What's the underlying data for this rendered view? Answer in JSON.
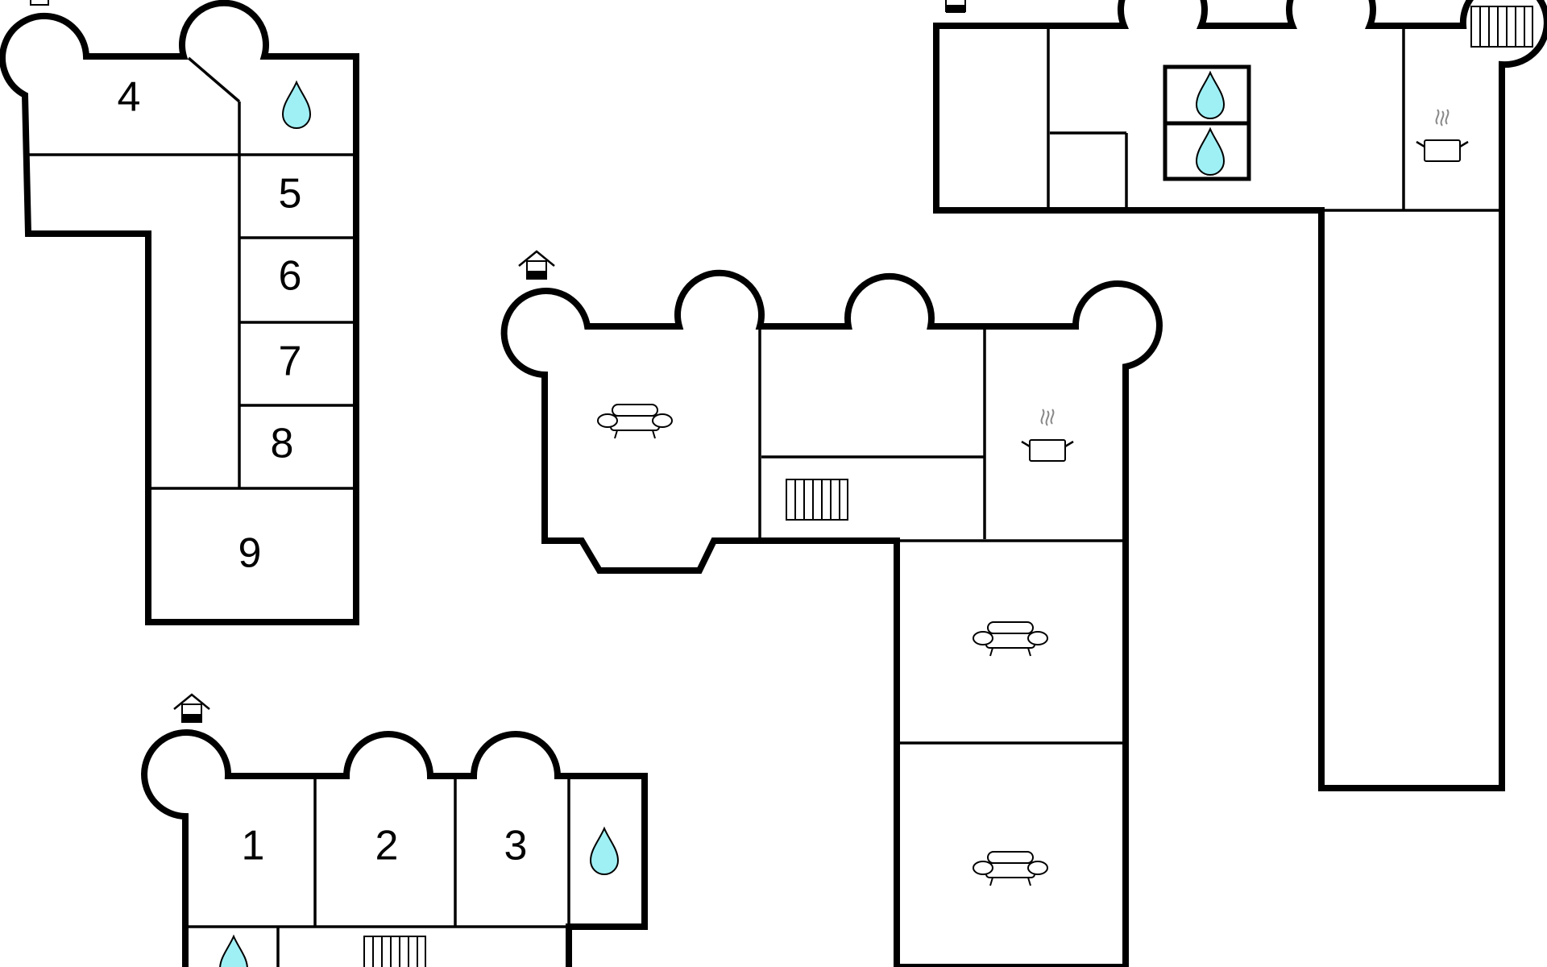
{
  "plan": {
    "room_numbers": [
      "4",
      "5",
      "6",
      "7",
      "8",
      "9",
      "1",
      "2",
      "3"
    ]
  },
  "icons": {
    "bathroom": "water-drop-icon",
    "living_room": "sofa-icon",
    "kitchen": "cooking-pot-icon",
    "stairs": "stairs-icon",
    "entrance": "entrance-house-icon"
  },
  "colors": {
    "wall": "#000000",
    "bathroom_drop": "#9ff0f5",
    "background": "#ffffff"
  }
}
